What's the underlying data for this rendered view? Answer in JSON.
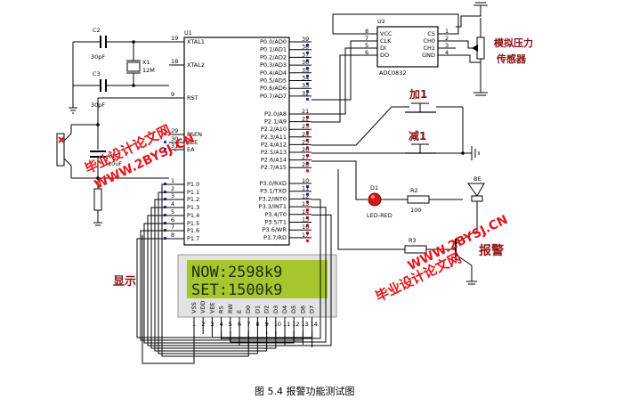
{
  "mcu": {
    "ref": "U1",
    "left_pins": [
      {
        "num": "19",
        "name": "XTAL1"
      },
      {
        "num": "18",
        "name": "XTAL2"
      },
      {
        "num": "9",
        "name": "RST"
      },
      {
        "num": "29",
        "name": "PSEN"
      },
      {
        "num": "30",
        "name": "ALE"
      },
      {
        "num": "31",
        "name": "EA"
      },
      {
        "num": "1",
        "name": "P1.0"
      },
      {
        "num": "2",
        "name": "P1.1"
      },
      {
        "num": "3",
        "name": "P1.2"
      },
      {
        "num": "4",
        "name": "P1.3"
      },
      {
        "num": "5",
        "name": "P1.4"
      },
      {
        "num": "6",
        "name": "P1.5"
      },
      {
        "num": "7",
        "name": "P1.6"
      },
      {
        "num": "8",
        "name": "P1.7"
      }
    ],
    "right_pins": [
      {
        "num": "39",
        "name": "P0.0/AD0"
      },
      {
        "num": "38",
        "name": "P0.1/AD1"
      },
      {
        "num": "37",
        "name": "P0.2/AD2"
      },
      {
        "num": "36",
        "name": "P0.3/AD3"
      },
      {
        "num": "35",
        "name": "P0.4/AD4"
      },
      {
        "num": "34",
        "name": "P0.5/AD5"
      },
      {
        "num": "33",
        "name": "P0.6/AD6"
      },
      {
        "num": "32",
        "name": "P0.7/AD7"
      },
      {
        "num": "21",
        "name": "P2.0/A8"
      },
      {
        "num": "22",
        "name": "P2.1/A9"
      },
      {
        "num": "23",
        "name": "P2.2/A10"
      },
      {
        "num": "24",
        "name": "P2.3/A11"
      },
      {
        "num": "25",
        "name": "P2.4/A12"
      },
      {
        "num": "26",
        "name": "P2.5/A13"
      },
      {
        "num": "27",
        "name": "P2.6/A14"
      },
      {
        "num": "28",
        "name": "P2.7/A15"
      },
      {
        "num": "10",
        "name": "P3.0/RXD"
      },
      {
        "num": "11",
        "name": "P3.1/TXD"
      },
      {
        "num": "12",
        "name": "P3.2/INT0"
      },
      {
        "num": "13",
        "name": "P3.3/INT1"
      },
      {
        "num": "14",
        "name": "P3.4/T0"
      },
      {
        "num": "15",
        "name": "P3.5/T1"
      },
      {
        "num": "16",
        "name": "P3.6/WR"
      },
      {
        "num": "17",
        "name": "P3.7/RD"
      }
    ]
  },
  "adc": {
    "ref": "U2",
    "name": "ADC0832",
    "left_pins": [
      {
        "num": "8",
        "name": "VCC"
      },
      {
        "num": "7",
        "name": "CLK"
      },
      {
        "num": "5",
        "name": "DI"
      },
      {
        "num": "6",
        "name": "DO"
      }
    ],
    "right_pins": [
      {
        "num": "1",
        "name": "CS"
      },
      {
        "num": "2",
        "name": "CH0"
      },
      {
        "num": "3",
        "name": "CH1"
      },
      {
        "num": "4",
        "name": "GND"
      }
    ]
  },
  "components": {
    "c2": {
      "ref": "C2",
      "value": "30pF"
    },
    "c3": {
      "ref": "C3",
      "value": "30pF"
    },
    "x1": {
      "ref": "X1",
      "value": "12M"
    },
    "c1": {
      "ref": "C1",
      "value": "10uF"
    },
    "d1": {
      "ref": "D1",
      "value": "LED-RED"
    },
    "r2": {
      "ref": "R2",
      "value": "100"
    },
    "r3": {
      "ref": "R3"
    },
    "buzzer": {
      "ref": "BE"
    }
  },
  "labels": {
    "sensor": "模拟压力\n传感器",
    "add_key": "加1",
    "sub_key": "减1",
    "alarm": "报警",
    "display": "显示"
  },
  "lcd": {
    "line1": "NOW:2598k9",
    "line2": "SET:1500k9",
    "pins": [
      {
        "num": "1",
        "name": "VSS"
      },
      {
        "num": "2",
        "name": "VDD"
      },
      {
        "num": "3",
        "name": "VEE"
      },
      {
        "num": "4",
        "name": "RS"
      },
      {
        "num": "5",
        "name": "RW"
      },
      {
        "num": "6",
        "name": "E"
      },
      {
        "num": "7",
        "name": "D0"
      },
      {
        "num": "8",
        "name": "D1"
      },
      {
        "num": "9",
        "name": "D2"
      },
      {
        "num": "10",
        "name": "D3"
      },
      {
        "num": "11",
        "name": "D4"
      },
      {
        "num": "12",
        "name": "D5"
      },
      {
        "num": "13",
        "name": "D6"
      },
      {
        "num": "14",
        "name": "D7"
      }
    ],
    "bg_color": "#a7c62d",
    "frame_color": "#e2e2e2"
  },
  "watermarks": [
    {
      "line1": "毕业设计论文网",
      "line2": "WWW.2BYSJ.CN"
    },
    {
      "line1": "毕业设计论文网",
      "line2": "WWW.2BYSJ.CN"
    }
  ],
  "caption": "图 5.4  报警功能测试图",
  "colors": {
    "label_red": "#8a1010",
    "watermark": "#e8141a",
    "wire": "#000000",
    "pin_dot_red": "#d01818",
    "pin_dot_blue": "#2030d0"
  }
}
